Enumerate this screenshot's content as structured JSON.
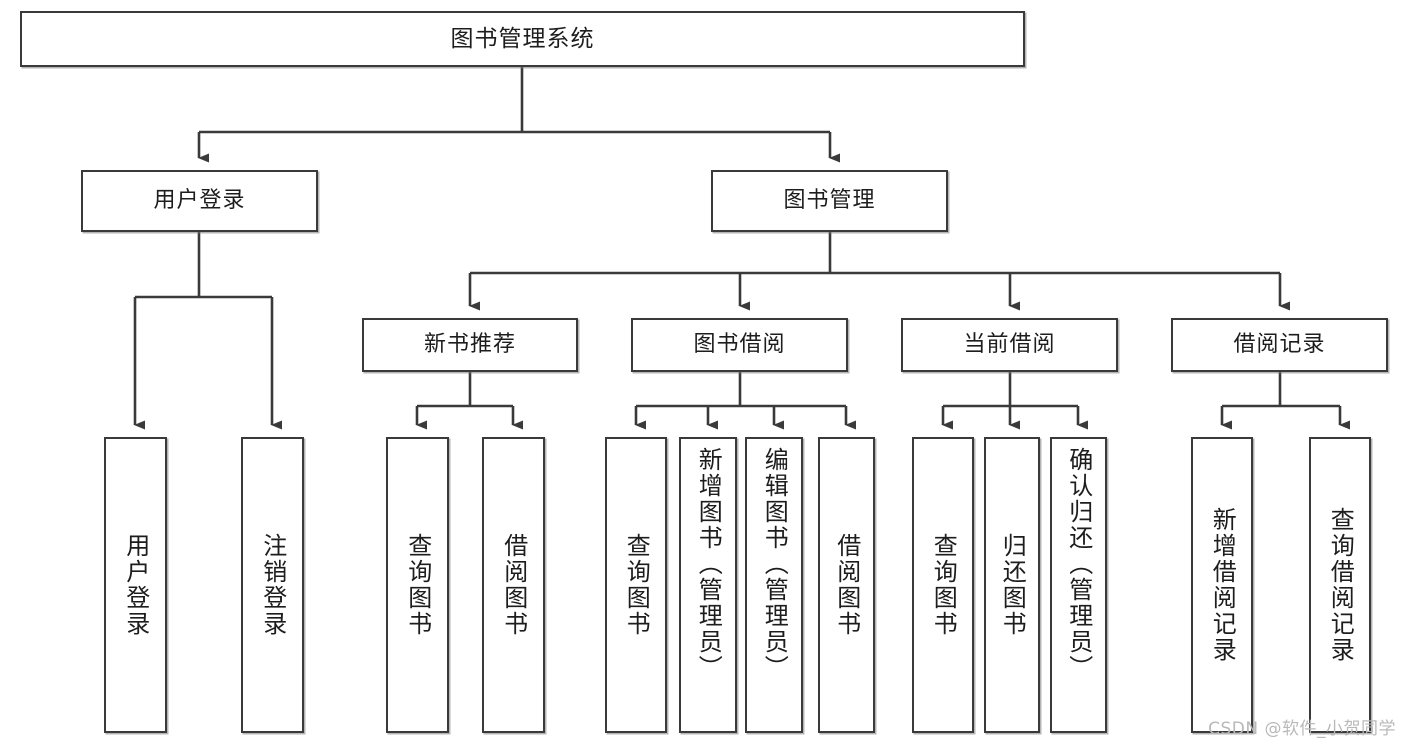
{
  "diagram": {
    "title": "图书管理系统",
    "type": "tree-hierarchy",
    "root": {
      "label": "图书管理系统"
    },
    "level2": [
      {
        "label": "用户登录"
      },
      {
        "label": "图书管理"
      }
    ],
    "level3": [
      {
        "label": "新书推荐"
      },
      {
        "label": "图书借阅"
      },
      {
        "label": "当前借阅"
      },
      {
        "label": "借阅记录"
      }
    ],
    "leaves": [
      {
        "label": "用户登录",
        "parent": "用户登录"
      },
      {
        "label": "注销登录",
        "parent": "用户登录"
      },
      {
        "label": "查询图书",
        "parent": "新书推荐"
      },
      {
        "label": "借阅图书",
        "parent": "新书推荐"
      },
      {
        "label": "查询图书",
        "parent": "图书借阅"
      },
      {
        "label": "新增图书（管理员）",
        "parent": "图书借阅"
      },
      {
        "label": "编辑图书（管理员）",
        "parent": "图书借阅"
      },
      {
        "label": "借阅图书",
        "parent": "图书借阅"
      },
      {
        "label": "查询图书",
        "parent": "当前借阅"
      },
      {
        "label": "归还图书",
        "parent": "当前借阅"
      },
      {
        "label": "确认归还（管理员）",
        "parent": "当前借阅"
      },
      {
        "label": "新增借阅记录",
        "parent": "借阅记录"
      },
      {
        "label": "查询借阅记录",
        "parent": "借阅记录"
      }
    ]
  },
  "watermark": {
    "text": "CSDN @软件_小贺同学"
  },
  "colors": {
    "box_border": "#3a3a3a",
    "box_fill": "#ffffff",
    "connector": "#3a3a3a",
    "text": "#1d1d1d",
    "watermark": "#b9b9b9",
    "background": "#ffffff"
  }
}
